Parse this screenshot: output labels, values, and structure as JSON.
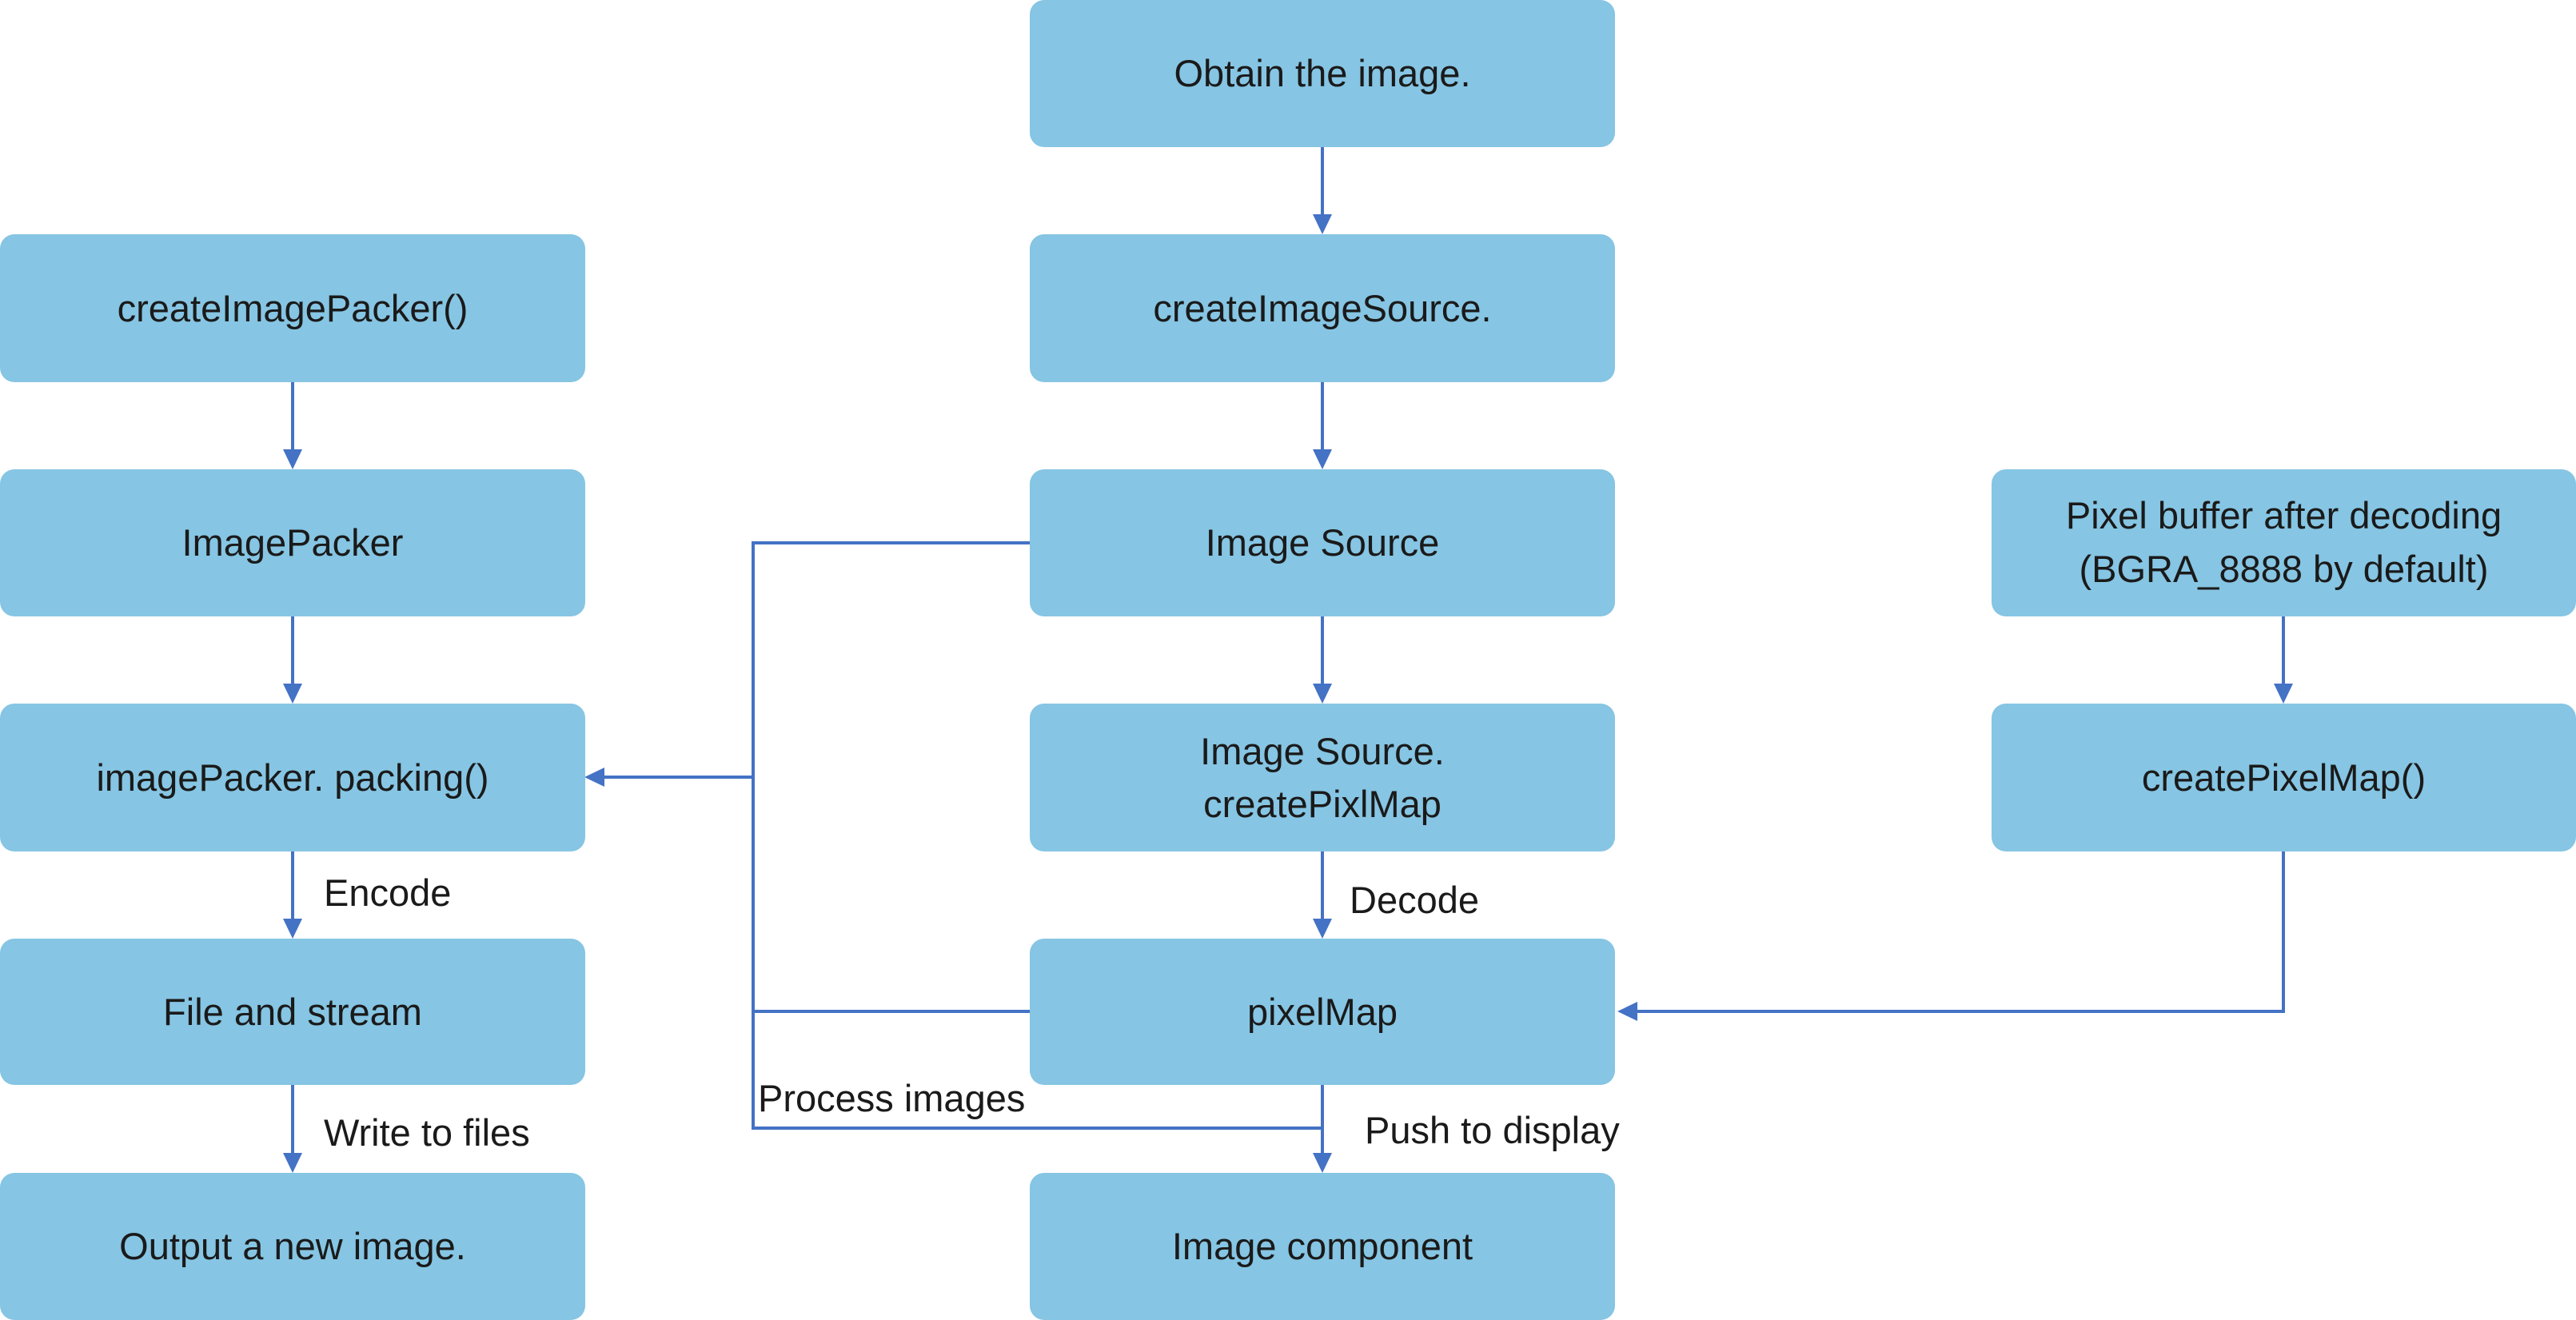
{
  "nodes": {
    "obtain_image": "Obtain the image.",
    "create_image_source": "createImageSource.",
    "image_source": "Image Source",
    "image_source_create_pixelmap": [
      "Image Source.",
      "createPixlMap"
    ],
    "pixelmap": "pixelMap",
    "image_component": "Image component",
    "create_image_packer": "createImagePacker()",
    "image_packer": "ImagePacker",
    "image_packer_packing": "imagePacker. packing()",
    "file_and_stream": "File and stream",
    "output_new_image": "Output a new image.",
    "pixel_buffer": [
      "Pixel buffer after decoding",
      "(BGRA_8888 by default)"
    ],
    "create_pixelmap": "createPixelMap()"
  },
  "edge_labels": {
    "encode": "Encode",
    "write_to_files": "Write to files",
    "decode": "Decode",
    "process_images": "Process images",
    "push_to_display": "Push to display"
  },
  "colors": {
    "node_fill": "#86c5e3",
    "connector": "#4472c4",
    "text": "#1a1a1a"
  }
}
